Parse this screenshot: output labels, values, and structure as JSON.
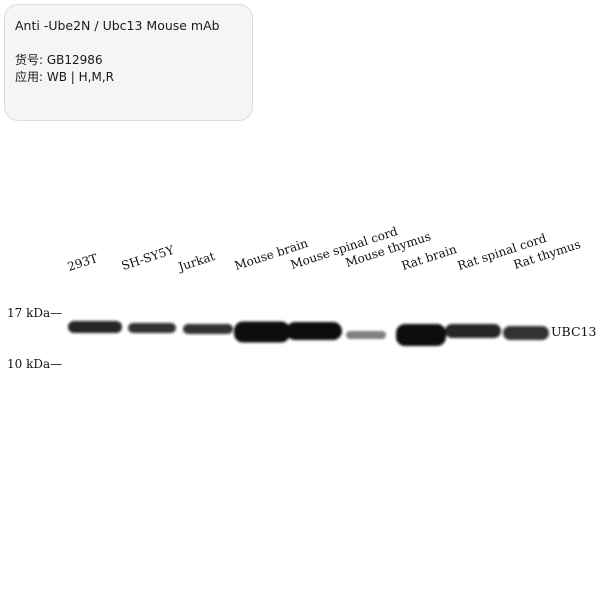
{
  "info_card": {
    "title": "Anti -Ube2N / Ubc13 Mouse mAb",
    "catalog_label": "货号:",
    "catalog_value": "GB12986",
    "application_label": "应用:",
    "application_value": "WB | H,M,R"
  },
  "blot": {
    "lanes": [
      {
        "label": "293T",
        "intensity": 0.9
      },
      {
        "label": "SH-SY5Y",
        "intensity": 0.85
      },
      {
        "label": "Jurkat",
        "intensity": 0.85
      },
      {
        "label": "Mouse brain",
        "intensity": 1.0
      },
      {
        "label": "Mouse spinal cord",
        "intensity": 1.0
      },
      {
        "label": "Mouse thymus",
        "intensity": 0.5
      },
      {
        "label": "Rat brain",
        "intensity": 1.0
      },
      {
        "label": "Rat spinal cord",
        "intensity": 0.9
      },
      {
        "label": "Rat thymus",
        "intensity": 0.85
      }
    ],
    "markers": {
      "upper": "17 kDa—",
      "lower": "10 kDa—"
    },
    "band_label": "UBC13",
    "band_color": "#0a0a0a"
  }
}
